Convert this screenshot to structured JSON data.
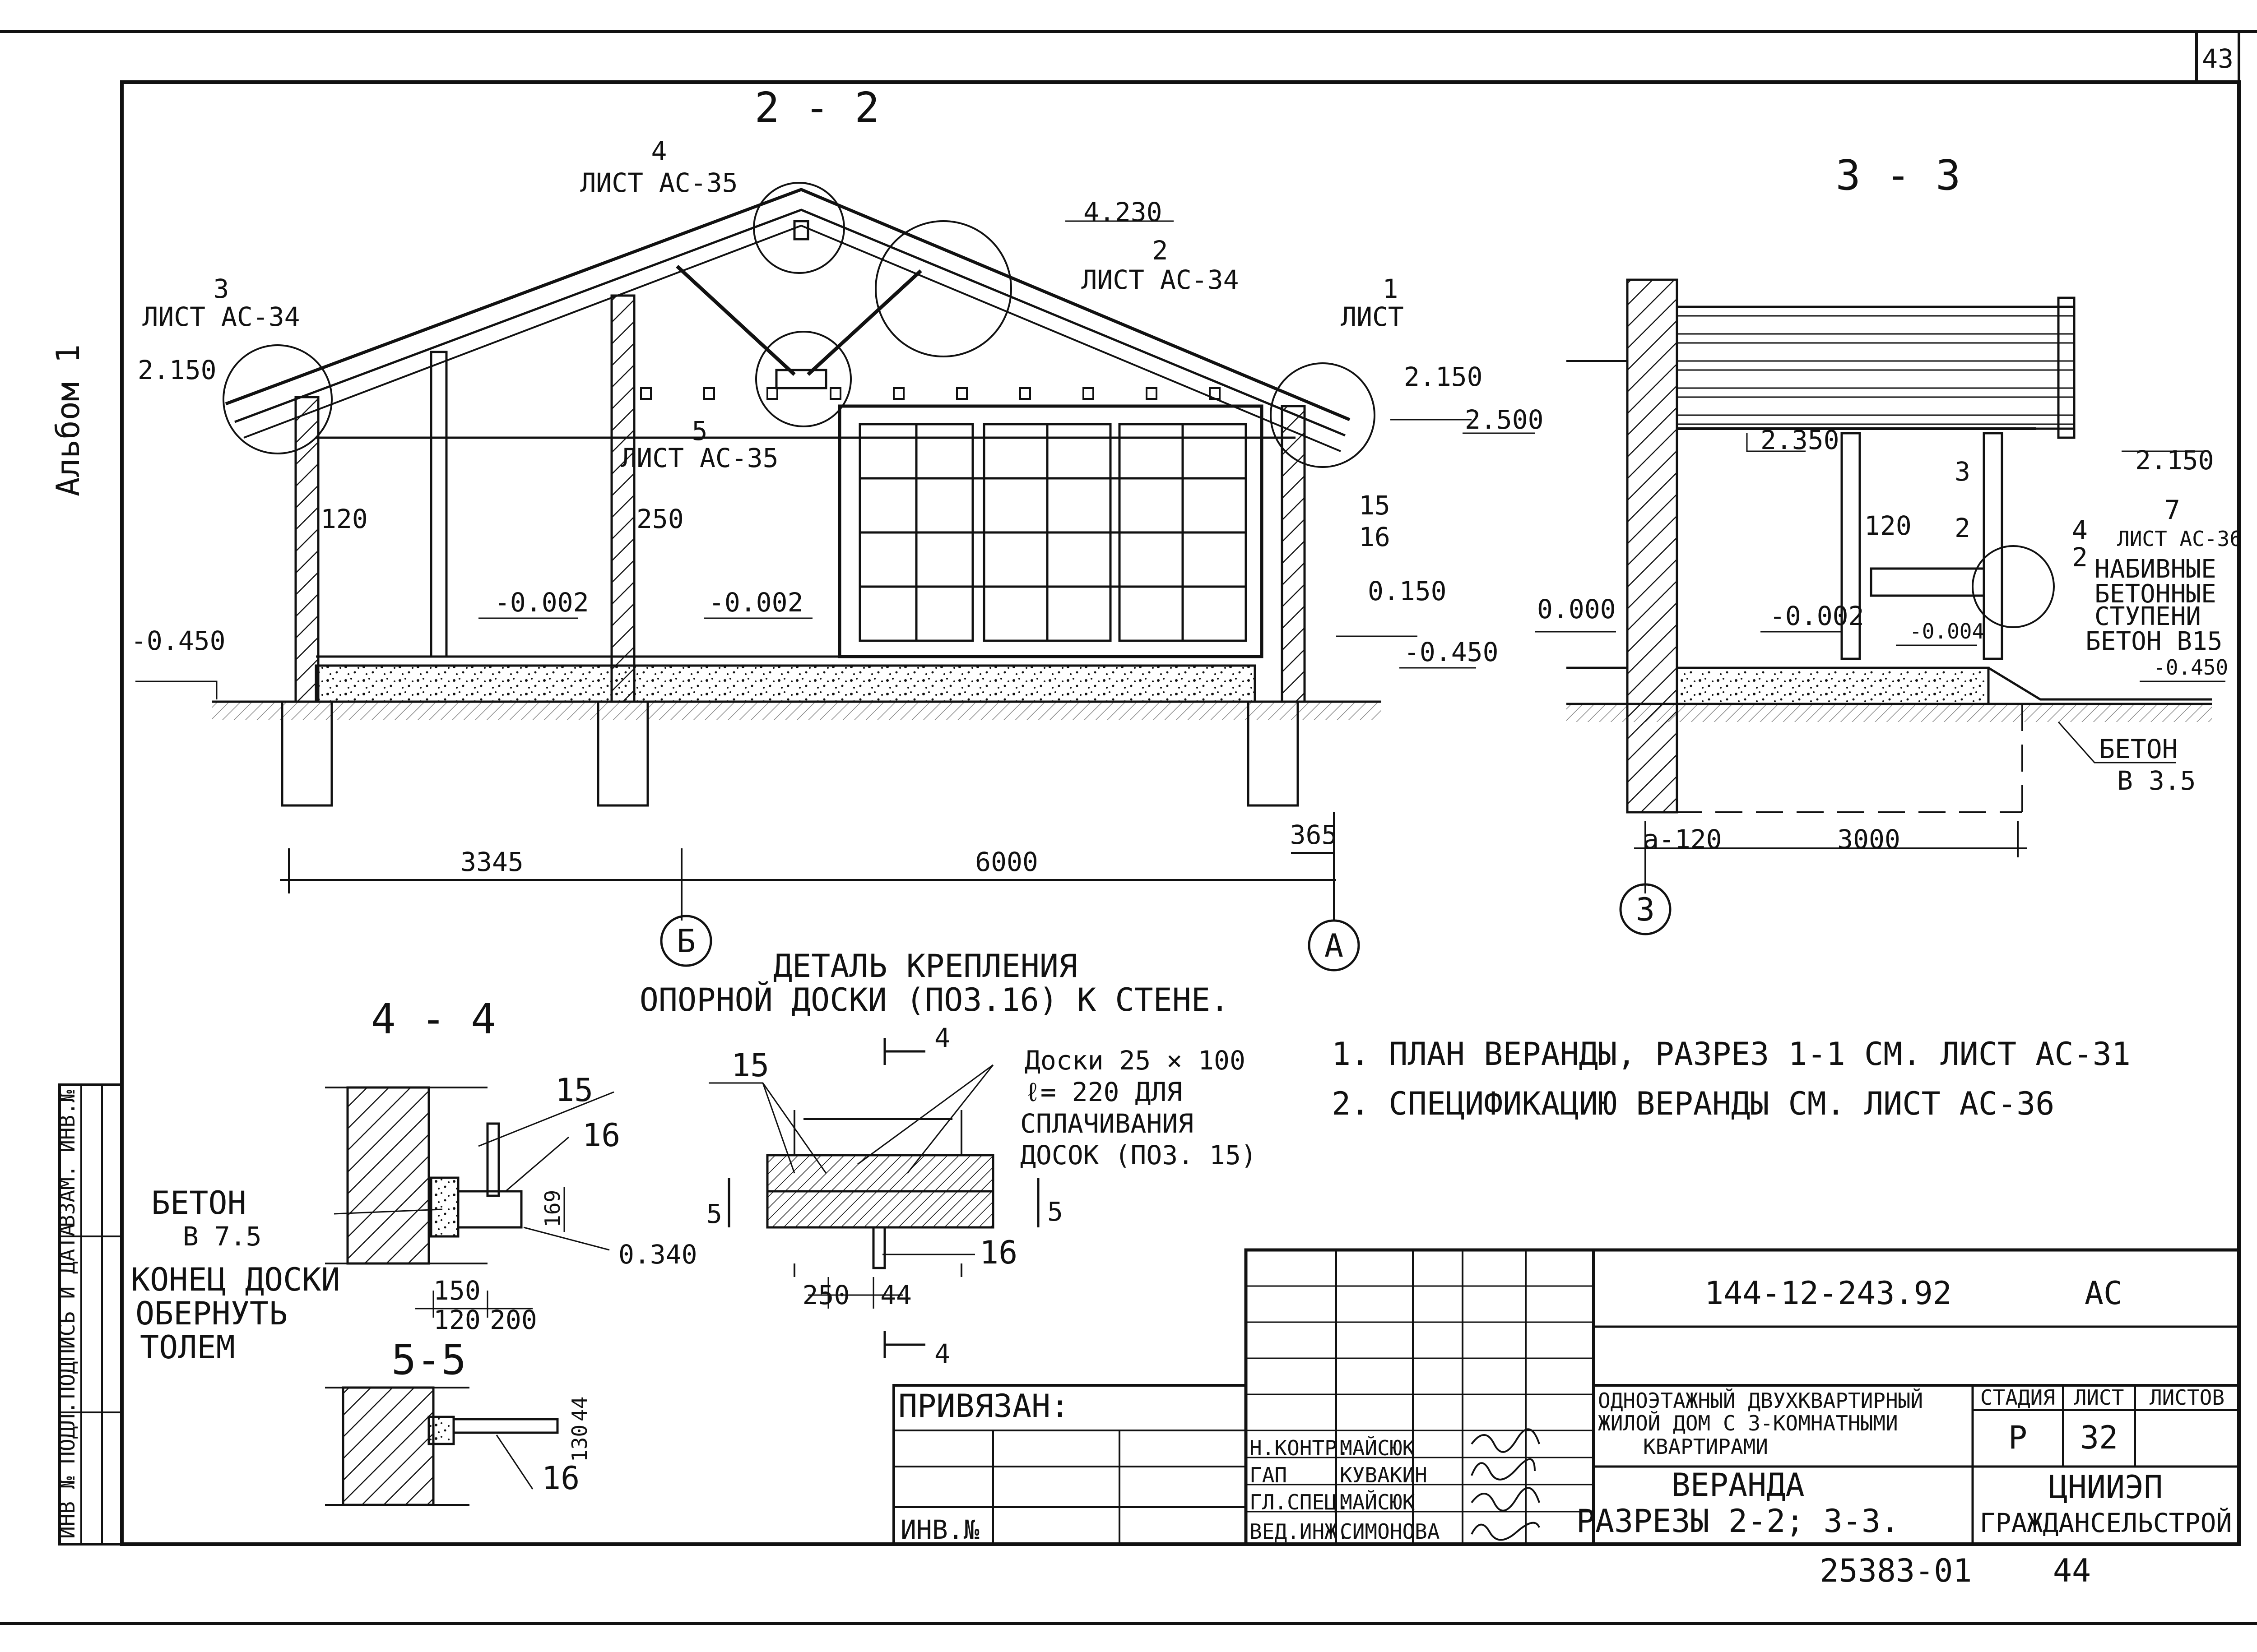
{
  "sheet": {
    "page_number": "43",
    "album_label": "Альбом 1",
    "bottom_code": "25383-01",
    "bottom_page": "44",
    "side_stamp": [
      "ИНВ № ПОДЛ.",
      "ПОДПИСЬ И ДАТА",
      "ВЗАМ. ИНВ.№"
    ]
  },
  "section_22": {
    "title": "2 - 2",
    "callouts": [
      {
        "num": "4",
        "ref": "ЛИСТ АС-35"
      },
      {
        "num": "2",
        "ref": "ЛИСТ АС-34"
      },
      {
        "num": "3",
        "ref": "ЛИСТ АС-34"
      },
      {
        "num": "1",
        "ref": "ЛИСТ"
      },
      {
        "num": "5",
        "ref": "ЛИСТ АС-35"
      }
    ],
    "levels": [
      "4.230",
      "2.150",
      "2.150",
      "2.500",
      "-0.002",
      "-0.002",
      "-0.450",
      "-0.450",
      "0.150"
    ],
    "dims": [
      "120",
      "250",
      "3345",
      "6000",
      "365"
    ],
    "markers": [
      "15",
      "16"
    ],
    "axes": [
      "Б",
      "А"
    ]
  },
  "section_33": {
    "title": "3 - 3",
    "levels": [
      "2.350",
      "2.150",
      "0.000",
      "-0.002",
      "-0.004",
      "-0.450"
    ],
    "dims": [
      "120",
      "a-120",
      "3000"
    ],
    "markers": [
      "3",
      "2",
      "4",
      "2",
      "7"
    ],
    "labels": {
      "ref": "ЛИСТ АС-36",
      "steps": [
        "НАБИВНЫЕ",
        "БЕТОННЫЕ",
        "СТУПЕНИ",
        "БЕТОН В15"
      ],
      "concrete": [
        "БЕТОН",
        "В 3.5"
      ]
    },
    "axis": "3"
  },
  "section_44": {
    "title": "4 - 4",
    "beton": [
      "БЕТОН",
      "В 7.5"
    ],
    "board_end": [
      "КОНЕЦ ДОСКИ",
      "ОБЕРНУТЬ",
      "ТОЛЕМ"
    ],
    "markers": [
      "15",
      "16"
    ],
    "dims": [
      "169",
      "150",
      "120",
      "200"
    ],
    "level": "0.340"
  },
  "section_55": {
    "title": "5-5",
    "dims": [
      "44",
      "130"
    ],
    "marker": "16"
  },
  "detail": {
    "title": [
      "ДЕТАЛЬ КРЕПЛЕНИЯ",
      "ОПОРНОЙ ДОСКИ (ПОЗ.16) К СТЕНЕ."
    ],
    "boards": [
      "Доски 25 × 100",
      "ℓ= 220 ДЛЯ",
      "СПЛАЧИВАНИЯ",
      "ДОСОК (ПОЗ. 15)"
    ],
    "markers": [
      "15",
      "16"
    ],
    "cut_marks": [
      "4",
      "4",
      "5",
      "5"
    ],
    "dims": [
      "250",
      "44"
    ]
  },
  "notes": [
    "1. ПЛАН ВЕРАНДЫ, РАЗРЕЗ 1-1 СМ. ЛИСТ АС-31",
    "2. СПЕЦИФИКАЦИЮ ВЕРАНДЫ СМ. ЛИСТ АС-36"
  ],
  "title_block": {
    "code": "144-12-243.92",
    "code_suffix": "АС",
    "project": [
      "ОДНОЭТАЖНЫЙ ДВУХКВАРТИРНЫЙ",
      "ЖИЛОЙ ДОМ С 3-КОМНАТНЫМИ",
      "КВАРТИРАМИ"
    ],
    "sheet_title": [
      "ВЕРАНДА",
      "РАЗРЕЗЫ 2-2; 3-3."
    ],
    "header_stage": "СТАДИЯ",
    "header_sheet": "ЛИСТ",
    "header_sheets": "ЛИСТОВ",
    "stage": "Р",
    "sheet": "32",
    "org": [
      "ЦНИИЭП",
      "ГРАЖДАНСЕЛЬСТРОЙ"
    ],
    "privyazan": "ПРИВЯЗАН:",
    "inv": "ИНВ.№",
    "staff": [
      {
        "role": "Н.КОНТР.",
        "name": "МАЙСЮК"
      },
      {
        "role": "ГАП",
        "name": "КУВАКИН"
      },
      {
        "role": "ГЛ.СПЕЦ.",
        "name": "МАЙСЮК"
      },
      {
        "role": "ВЕД.ИНЖ.",
        "name": "СИМОНОВА"
      }
    ]
  }
}
